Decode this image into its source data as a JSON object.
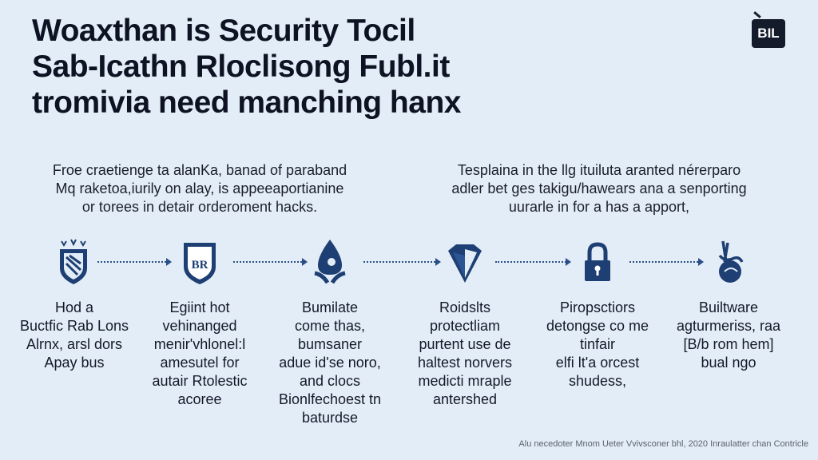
{
  "title": {
    "lines": [
      "Woaxthan is Security Tocil",
      "Sab-Icathn Rloclisong Fubl.it",
      "tromivia need manching hanx"
    ]
  },
  "logo": {
    "text": "BIL"
  },
  "intro": {
    "left": [
      "Froe craetienge ta alanKa, banad of paraband",
      "Mq raketoa,iurily on alay, is appeeaportianine",
      "or torees in detair orderoment hacks."
    ],
    "right": [
      "Tesplaina in the llg ituiluta aranted nérerparo",
      "adler bet ges takigu/hawears ana a senporting",
      "uurarle in for a has a apport,"
    ]
  },
  "steps": [
    {
      "icon": "shield-crest-icon",
      "lines": [
        "Hod a",
        "Buctfic Rab Lons",
        "Alrnx, arsl dors",
        "Apay bus"
      ]
    },
    {
      "icon": "shield-badge-icon",
      "lines": [
        "Egiint hot",
        "vehinanged",
        "menir'vhlonel:l",
        "amesutel for",
        "autair Rtolestic",
        "acoree"
      ]
    },
    {
      "icon": "droplet-hand-icon",
      "lines": [
        "Bumilate",
        "come thas,",
        "bumsaner",
        "adue id'se noro,",
        "and clocs",
        "Bionlfechoest tn",
        "baturdse"
      ]
    },
    {
      "icon": "diamond-shield-icon",
      "lines": [
        "Roidslts",
        "protectliam",
        "purtent use de",
        "haltest norvers",
        "medicti mraple",
        "antershed"
      ]
    },
    {
      "icon": "padlock-icon",
      "lines": [
        "Piropsctiors",
        "detongse co me",
        "tinfair",
        "elfi lt'a orcest",
        "shudess,"
      ]
    },
    {
      "icon": "globe-figure-icon",
      "lines": [
        "Builtware",
        "agturmeriss, raa",
        "[B/b rom hem]",
        "bual ngo"
      ]
    }
  ],
  "footer": "Alu necedoter Mnom Ueter Vvivsconer bhl, 2020 Inraulatter chan Contricle",
  "colors": {
    "background": "#e3edf7",
    "navy": "#1e3f73",
    "text": "#111a2b"
  }
}
